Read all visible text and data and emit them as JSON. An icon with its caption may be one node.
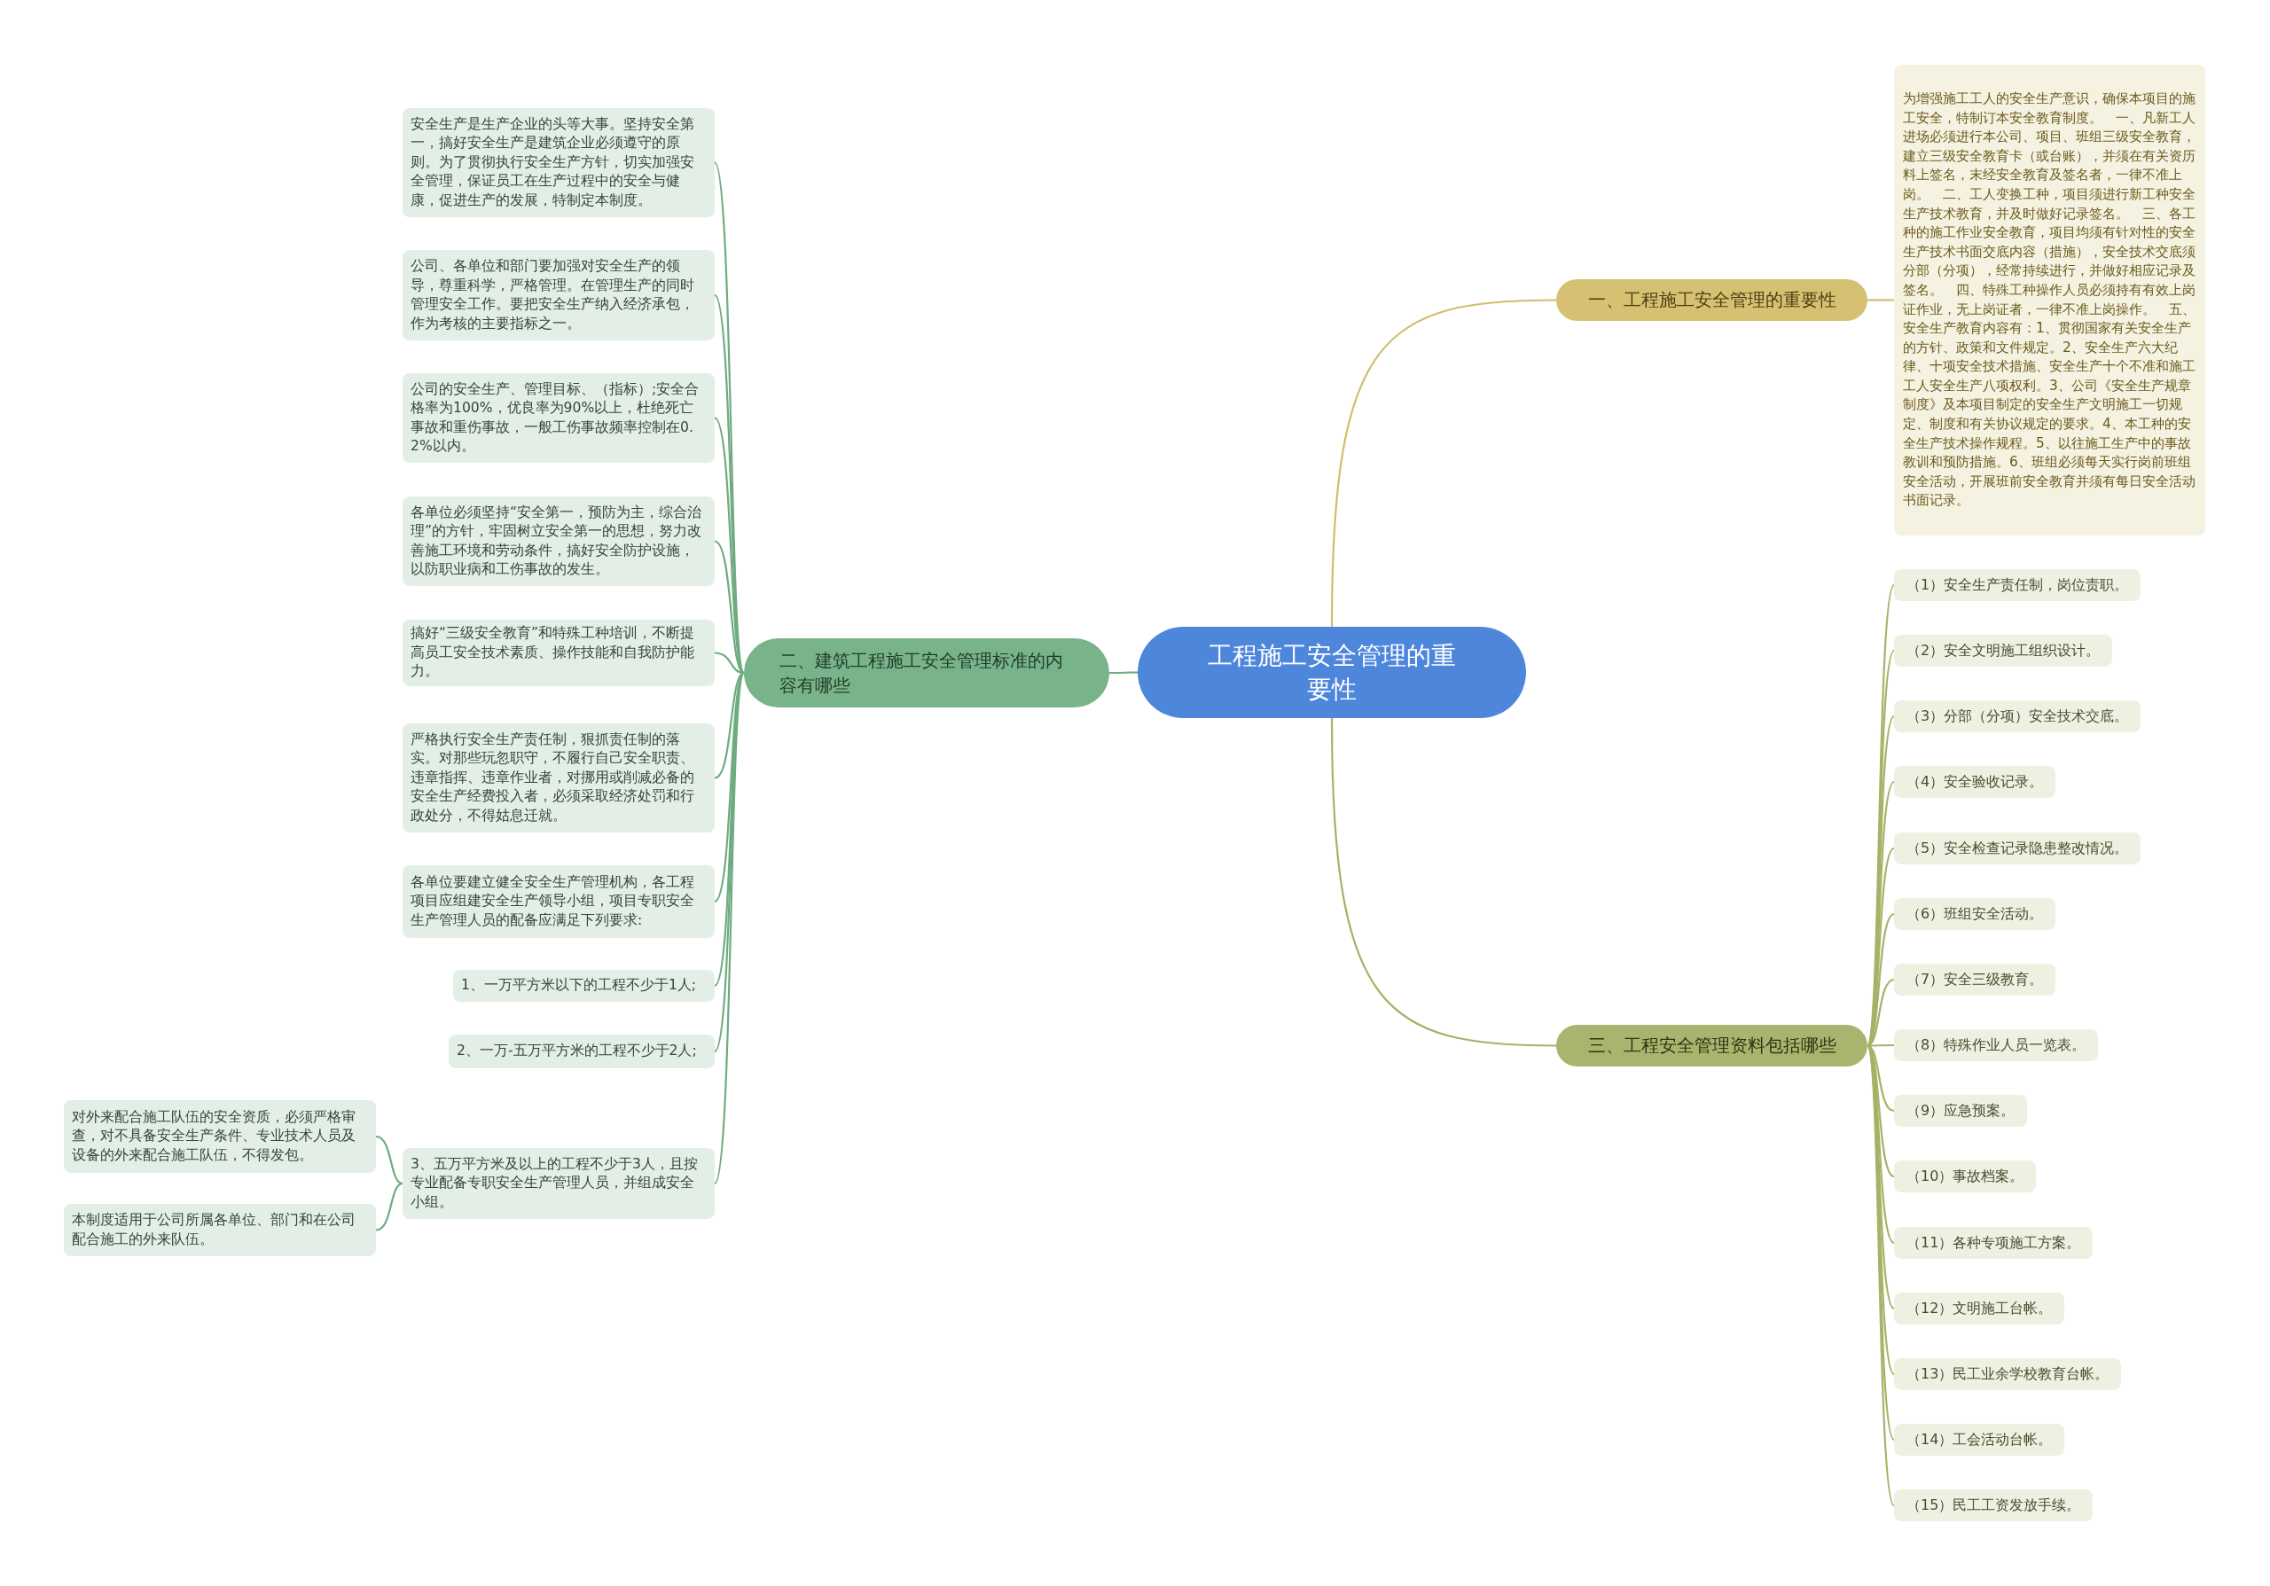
{
  "diagram": {
    "nodes": [
      {
        "text": [
          "工程施工安全管理的重要性"
        ]
      },
      {
        "text": [
          "一、工程施工安全管理的重要性"
        ]
      },
      {
        "text": [
          "为增强施工工人的安全生产意识，确保本项目的施工安全，特制订本安全教育制度。　一、凡新工人进场必须进行本公司、项目、班组三级安全教育，建立三级安全教育卡（或台账），并须在有关资历料上签名，末经安全教育及签名者，一律不准上岗。　二、工人变换工种，项目须进行新工种安全生产技术教育，并及时做好记录签名。　三、各工种的施工作业安全教育，项目均须有针对性的安全生产技术书面交底内容（措施），安全技术交底须分部（分项），经常持续进行，并做好相应记录及签名。　四、特殊工种操作人员必须持有有效上岗证作业，无上岗证者，一律不准上岗操作。　五、安全生产教育内容有：1、贯彻国家有关安全生产的方针、政策和文件规定。2、安全生产六大纪律、十项安全技术措施、安全生产十个不准和施工工人安全生产八项权利。3、公司《安全生产规章制度》及本项目制定的安全生产文明施工一切规定、制度和有关协议规定的要求。4、本工种的安全生产技术操作规程。5、以往施工生产中的事故教训和预防措施。6、班组必须每天实行岗前班组安全活动，开展班前安全教育并须有每日安全活动书面记录。"
        ]
      },
      {
        "text": [
          "二、建筑工程施工安全管理标准的内容有哪些"
        ]
      },
      {
        "text": [
          "安全生产是生产企业的头等大事。坚持安全第一，搞好安全生产是建筑企业必须遵守的原则。为了贯彻执行安全生产方针，切实加强安全管理，保证员工在生产过程中的安全与健康，促进生产的发展，特制定本制度。"
        ]
      },
      {
        "text": [
          "公司、各单位和部门要加强对安全生产的领导，尊重科学，严格管理。在管理生产的同时管理安全工作。要把安全生产纳入经济承包，作为考核的主要指标之一。"
        ]
      },
      {
        "text": [
          "公司的安全生产、管理目标、（指标）;安全合格率为100%，优良率为90%以上，杜绝死亡事故和重伤事故，一般工伤事故频率控制在0.2%以内。"
        ]
      },
      {
        "text": [
          "各单位必须坚持“安全第一，预防为主，综合治理”的方针，牢固树立安全第一的思想，努力改善施工环境和劳动条件，搞好安全防护设施，以防职业病和工伤事故的发生。"
        ]
      },
      {
        "text": [
          "搞好“三级安全教育”和特殊工种培训，不断提高员工安全技术素质、操作技能和自我防护能力。"
        ]
      },
      {
        "text": [
          "严格执行安全生产责任制，狠抓责任制的落实。对那些玩忽职守，不履行自己安全职责、违章指挥、违章作业者，对挪用或削减必备的安全生产经费投入者，必须采取经济处罚和行政处分，不得姑息迁就。"
        ]
      },
      {
        "text": [
          "各单位要建立健全安全生产管理机构，各工程项目应组建安全生产领导小组，项目专职安全生产管理人员的配备应满足下列要求:"
        ]
      },
      {
        "text": [
          "1、一万平方米以下的工程不少于1人;"
        ]
      },
      {
        "text": [
          "2、一万-五万平方米的工程不少于2人;"
        ]
      },
      {
        "text": [
          "3、五万平方米及以上的工程不少于3人，且按专业配备专职安全生产管理人员，并组成安全小组。"
        ]
      },
      {
        "text": [
          "对外来配合施工队伍的安全资质，必须严格审查，对不具备安全生产条件、专业技术人员及设备的外来配合施工队伍，不得发包。"
        ]
      },
      {
        "text": [
          "本制度适用于公司所属各单位、部门和在公司配合施工的外来队伍。"
        ]
      },
      {
        "text": [
          "三、工程安全管理资料包括哪些"
        ]
      },
      {
        "text": [
          "（1）安全生产责任制，岗位责职。"
        ]
      },
      {
        "text": [
          "（2）安全文明施工组织设计。"
        ]
      },
      {
        "text": [
          "（3）分部（分项）安全技术交底。"
        ]
      },
      {
        "text": [
          "（4）安全验收记录。"
        ]
      },
      {
        "text": [
          "（5）安全检查记录隐患整改情况。"
        ]
      },
      {
        "text": [
          "（6）班组安全活动。"
        ]
      },
      {
        "text": [
          "（7）安全三级教育。"
        ]
      },
      {
        "text": [
          "（8）特殊作业人员一览表。"
        ]
      },
      {
        "text": [
          "（9）应急预案。"
        ]
      },
      {
        "text": [
          "（10）事故档案。"
        ]
      },
      {
        "text": [
          "（11）各种专项施工方案。"
        ]
      },
      {
        "text": [
          "（12）文明施工台帐。"
        ]
      },
      {
        "text": [
          "（13）民工业余学校教育台帐。"
        ]
      },
      {
        "text": [
          "（14）工会活动台帐。"
        ]
      },
      {
        "text": [
          "（15）民工工资发放手续。"
        ]
      }
    ],
    "edges": [
      {
        "from": 0,
        "to": 1,
        "arrow": "none",
        "color": "#d2bd6c"
      },
      {
        "from": 1,
        "to": 2,
        "arrow": "none",
        "color": "#d2bd6c"
      },
      {
        "from": 0,
        "to": 3,
        "arrow": "none",
        "color": "#6fab80"
      },
      {
        "from": 3,
        "to": 4,
        "arrow": "none",
        "color": "#6fab80"
      },
      {
        "from": 3,
        "to": 5,
        "arrow": "none",
        "color": "#6fab80"
      },
      {
        "from": 3,
        "to": 6,
        "arrow": "none",
        "color": "#6fab80"
      },
      {
        "from": 3,
        "to": 7,
        "arrow": "none",
        "color": "#6fab80"
      },
      {
        "from": 3,
        "to": 8,
        "arrow": "none",
        "color": "#6fab80"
      },
      {
        "from": 3,
        "to": 9,
        "arrow": "none",
        "color": "#6fab80"
      },
      {
        "from": 3,
        "to": 10,
        "arrow": "none",
        "color": "#6fab80"
      },
      {
        "from": 3,
        "to": 11,
        "arrow": "none",
        "color": "#6fab80"
      },
      {
        "from": 3,
        "to": 12,
        "arrow": "none",
        "color": "#6fab80"
      },
      {
        "from": 3,
        "to": 13,
        "arrow": "none",
        "color": "#6fab80"
      },
      {
        "from": 13,
        "to": 14,
        "arrow": "none",
        "color": "#6fab80"
      },
      {
        "from": 13,
        "to": 15,
        "arrow": "none",
        "color": "#6fab80"
      },
      {
        "from": 0,
        "to": 16,
        "arrow": "none"
      },
      {
        "from": 16,
        "to": 17,
        "arrow": "none"
      },
      {
        "from": 16,
        "to": 18,
        "arrow": "none"
      },
      {
        "from": 16,
        "to": 19,
        "arrow": "none"
      },
      {
        "from": 16,
        "to": 20,
        "arrow": "none"
      },
      {
        "from": 16,
        "to": 21,
        "arrow": "none"
      },
      {
        "from": 16,
        "to": 22,
        "arrow": "none"
      },
      {
        "from": 16,
        "to": 23,
        "arrow": "none"
      },
      {
        "from": 16,
        "to": 24,
        "arrow": "none"
      },
      {
        "from": 16,
        "to": 25,
        "arrow": "none"
      },
      {
        "from": 16,
        "to": 26,
        "arrow": "none"
      },
      {
        "from": 16,
        "to": 27,
        "arrow": "none"
      },
      {
        "from": 16,
        "to": 28,
        "arrow": "none"
      },
      {
        "from": 16,
        "to": 29,
        "arrow": "none"
      },
      {
        "from": 16,
        "to": 30,
        "arrow": "none"
      },
      {
        "from": 16,
        "to": 31,
        "arrow": "none"
      }
    ]
  }
}
